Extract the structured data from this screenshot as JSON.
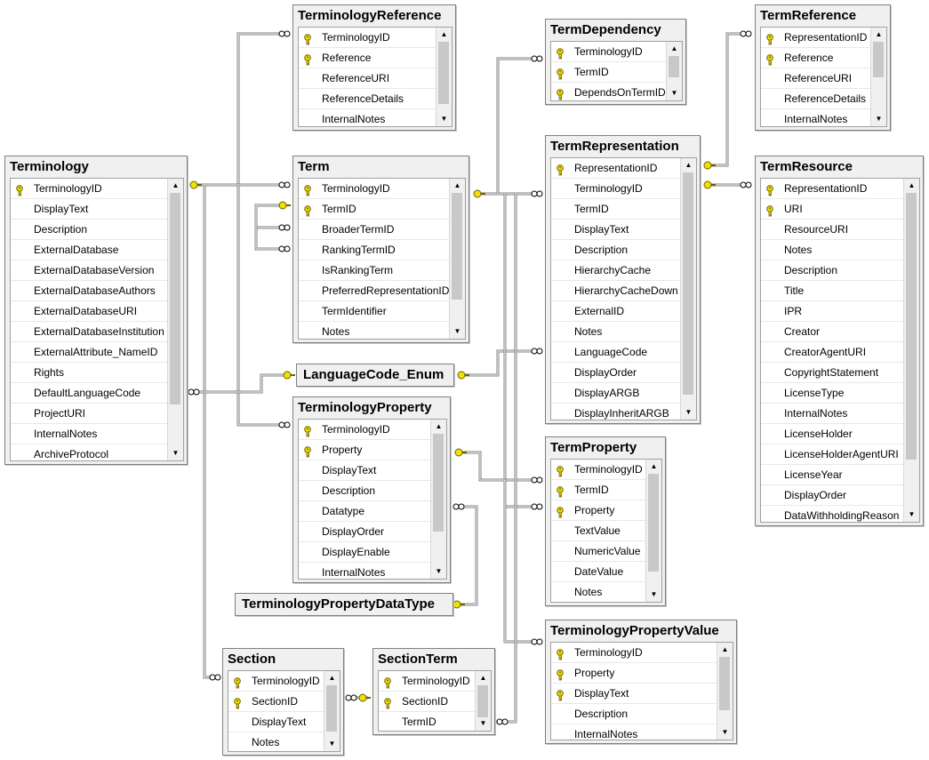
{
  "tables": [
    {
      "name": "TerminologyReference",
      "columns": [
        "TerminologyID",
        "Reference",
        "ReferenceURI",
        "ReferenceDetails",
        "InternalNotes"
      ],
      "keys": [
        0,
        1
      ]
    },
    {
      "name": "TermDependency",
      "columns": [
        "TerminologyID",
        "TermID",
        "DependsOnTermID"
      ],
      "keys": [
        0,
        1,
        2
      ]
    },
    {
      "name": "TermReference",
      "columns": [
        "RepresentationID",
        "Reference",
        "ReferenceURI",
        "ReferenceDetails",
        "InternalNotes"
      ],
      "keys": [
        0,
        1
      ]
    },
    {
      "name": "Terminology",
      "columns": [
        "TerminologyID",
        "DisplayText",
        "Description",
        "ExternalDatabase",
        "ExternalDatabaseVersion",
        "ExternalDatabaseAuthors",
        "ExternalDatabaseURI",
        "ExternalDatabaseInstitution",
        "ExternalAttribute_NameID",
        "Rights",
        "DefaultLanguageCode",
        "ProjectURI",
        "InternalNotes",
        "ArchiveProtocol"
      ],
      "keys": [
        0
      ]
    },
    {
      "name": "Term",
      "columns": [
        "TerminologyID",
        "TermID",
        "BroaderTermID",
        "RankingTermID",
        "IsRankingTerm",
        "PreferredRepresentationID",
        "TermIdentifier",
        "Notes"
      ],
      "keys": [
        0,
        1
      ]
    },
    {
      "name": "TermRepresentation",
      "columns": [
        "RepresentationID",
        "TerminologyID",
        "TermID",
        "DisplayText",
        "Description",
        "HierarchyCache",
        "HierarchyCacheDown",
        "ExternalID",
        "Notes",
        "LanguageCode",
        "DisplayOrder",
        "DisplayARGB",
        "DisplayInheritARGB"
      ],
      "keys": [
        0
      ]
    },
    {
      "name": "TermResource",
      "columns": [
        "RepresentationID",
        "URI",
        "ResourceURI",
        "Notes",
        "Description",
        "Title",
        "IPR",
        "Creator",
        "CreatorAgentURI",
        "CopyrightStatement",
        "LicenseType",
        "InternalNotes",
        "LicenseHolder",
        "LicenseHolderAgentURI",
        "LicenseYear",
        "DisplayOrder",
        "DataWithholdingReason"
      ],
      "keys": [
        0,
        1
      ]
    },
    {
      "name": "TerminologyProperty",
      "columns": [
        "TerminologyID",
        "Property",
        "DisplayText",
        "Description",
        "Datatype",
        "DisplayOrder",
        "DisplayEnable",
        "InternalNotes"
      ],
      "keys": [
        0,
        1
      ]
    },
    {
      "name": "TermProperty",
      "columns": [
        "TerminologyID",
        "TermID",
        "Property",
        "TextValue",
        "NumericValue",
        "DateValue",
        "Notes"
      ],
      "keys": [
        0,
        1,
        2
      ]
    },
    {
      "name": "TerminologyPropertyValue",
      "columns": [
        "TerminologyID",
        "Property",
        "DisplayText",
        "Description",
        "InternalNotes"
      ],
      "keys": [
        0,
        1,
        2
      ]
    },
    {
      "name": "Section",
      "columns": [
        "TerminologyID",
        "SectionID",
        "DisplayText",
        "Notes"
      ],
      "keys": [
        0,
        1
      ]
    },
    {
      "name": "SectionTerm",
      "columns": [
        "TerminologyID",
        "SectionID",
        "TermID"
      ],
      "keys": [
        0,
        1
      ]
    }
  ],
  "enums": [
    {
      "name": "LanguageCode_Enum"
    },
    {
      "name": "TerminologyPropertyDataType"
    }
  ],
  "colors": {
    "key": "#f2e100",
    "connector": "#808080",
    "pane": "#f0f0f0"
  }
}
